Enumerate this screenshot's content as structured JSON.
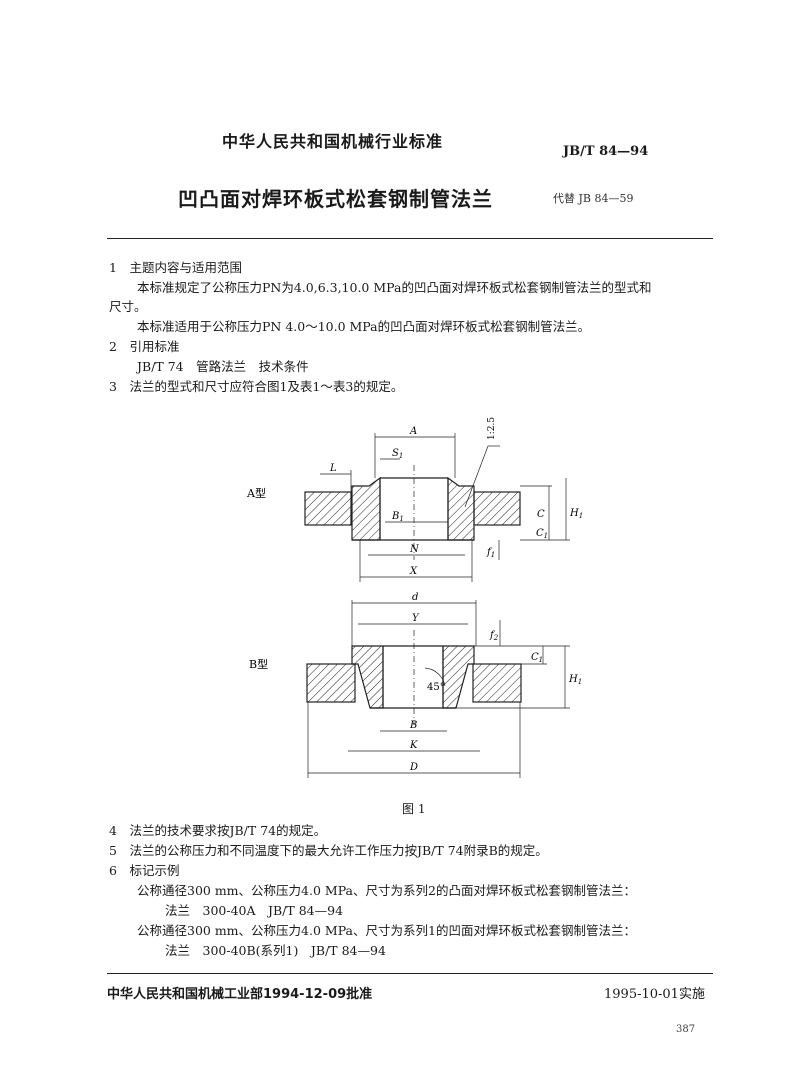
{
  "header": {
    "org": "中华人民共和国机械行业标准",
    "standard_no": "JB/T 84—94",
    "title": "凹凸面对焊环板式松套钢制管法兰",
    "replaces": "代替 JB 84—59"
  },
  "sections": [
    {
      "num": "1",
      "heading": "主题内容与适用范围"
    },
    {
      "num": "2",
      "heading": "引用标准"
    },
    {
      "num": "3",
      "heading": "法兰的型式和尺寸应符合图1及表1～表3的规定。"
    },
    {
      "num": "4",
      "heading": "法兰的技术要求按JB/T 74的规定。"
    },
    {
      "num": "5",
      "heading": "法兰的公称压力和不同温度下的最大允许工作压力按JB/T 74附录B的规定。"
    },
    {
      "num": "6",
      "heading": "标记示例"
    }
  ],
  "para": {
    "s1_p1_line1": "本标准规定了公称压力PN为4.0,6.3,10.0 MPa的凹凸面对焊环板式松套钢制管法兰的型式和",
    "s1_p1_line2": "尺寸。",
    "s1_p2": "本标准适用于公称压力PN 4.0～10.0 MPa的凹凸面对焊环板式松套钢制管法兰。",
    "s2_ref": "JB/T 74　管路法兰　技术条件",
    "ex1_desc": "公称通径300 mm、公称压力4.0 MPa、尺寸为系列2的凸面对焊环板式松套钢制管法兰：",
    "ex1_mark": "法兰　300-40A　JB/T 84—94",
    "ex2_desc": "公称通径300 mm、公称压力4.0 MPa、尺寸为系列1的凹面对焊环板式松套钢制管法兰：",
    "ex2_mark": "法兰　300-40B(系列1)　JB/T 84—94"
  },
  "figure": {
    "caption": "图 1",
    "type_a": "A型",
    "type_b": "B型",
    "taper": "1:2.5",
    "angle": "45°",
    "labels_a": {
      "A": "A",
      "S1": "S",
      "S1_sub": "1",
      "L": "L",
      "B1": "B",
      "B1_sub": "1",
      "N": "N",
      "X": "X",
      "C": "C",
      "C1": "C",
      "C1_sub": "1",
      "H1": "H",
      "H1_sub": "1",
      "f1": "f",
      "f1_sub": "1"
    },
    "labels_b": {
      "d": "d",
      "Y": "Y",
      "f2": "f",
      "f2_sub": "2",
      "C1": "C",
      "C1_sub": "1",
      "H1": "H",
      "H1_sub": "1",
      "B": "B",
      "K": "K",
      "D": "D"
    }
  },
  "footer": {
    "left": "中华人民共和国机械工业部1994-12-09批准",
    "right": "1995-10-01实施"
  },
  "page_number": "387"
}
